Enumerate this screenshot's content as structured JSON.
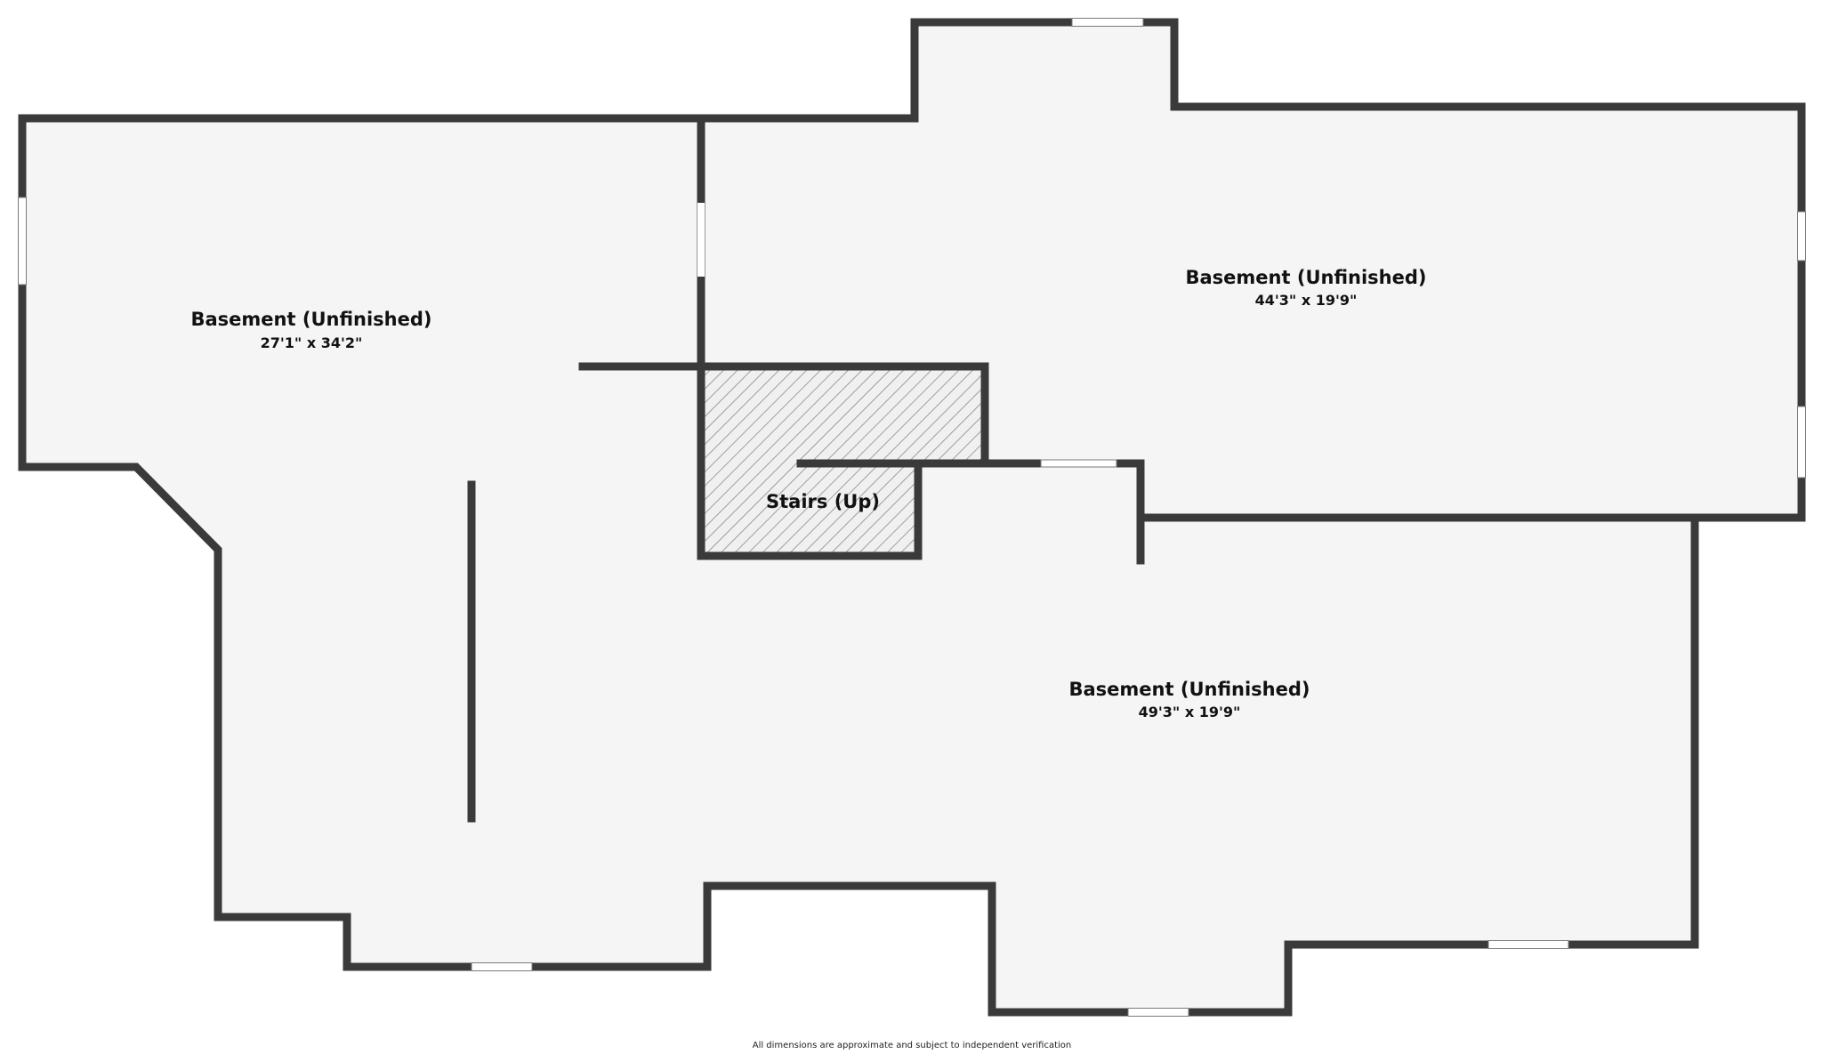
{
  "floor_plan": {
    "rooms": [
      {
        "name": "Basement (Unfinished)",
        "dimensions": "27'1\" x 34'2\""
      },
      {
        "name": "Basement (Unfinished)",
        "dimensions": "44'3\" x 19'9\""
      },
      {
        "name": "Basement (Unfinished)",
        "dimensions": "49'3\" x 19'9\""
      },
      {
        "name": "Stairs (Up)"
      }
    ],
    "disclaimer": "All dimensions are approximate and subject to independent verification"
  },
  "colors": {
    "wall": "#3a3a3a",
    "floor": "#f5f5f5",
    "window": "#ffffff",
    "background": "#ffffff",
    "stairs_hatch": "#8a8a8a"
  }
}
